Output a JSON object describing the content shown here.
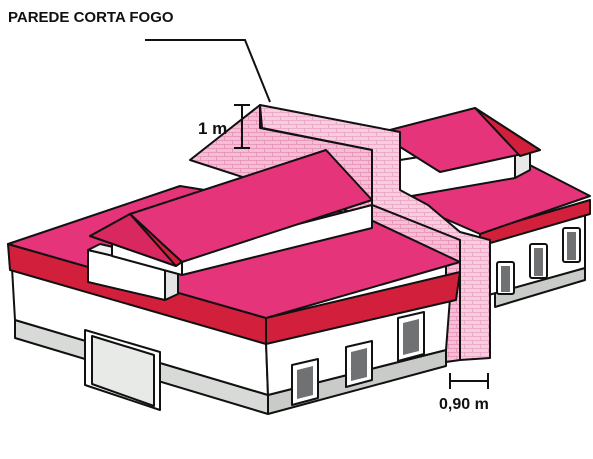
{
  "labels": {
    "title": "PAREDE CORTA FOGO",
    "height": "1 m",
    "width": "0,90 m"
  },
  "colors": {
    "roof_pink": "#e6347a",
    "roof_red": "#d21f3c",
    "firewall_pink": "#f4bfd6",
    "wall_white": "#ffffff",
    "base_gray": "#c9cbc9",
    "outline": "#111111"
  }
}
